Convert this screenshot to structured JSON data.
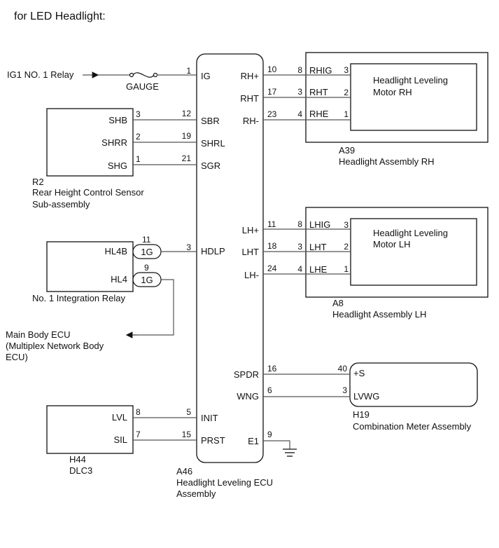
{
  "title": "for LED Headlight:",
  "ecu": {
    "code": "A46",
    "name_line1": "Headlight Leveling ECU",
    "name_line2": "Assembly",
    "left_terminals": [
      {
        "pin": "1",
        "name": "IG"
      },
      {
        "pin": "12",
        "name": "SBR"
      },
      {
        "pin": "19",
        "name": "SHRL"
      },
      {
        "pin": "21",
        "name": "SGR"
      },
      {
        "pin": "3",
        "name": "HDLP"
      },
      {
        "pin": "5",
        "name": "INIT"
      },
      {
        "pin": "15",
        "name": "PRST"
      }
    ],
    "right_terminals": [
      {
        "pin": "10",
        "name": "RH+"
      },
      {
        "pin": "17",
        "name": "RHT"
      },
      {
        "pin": "23",
        "name": "RH-"
      },
      {
        "pin": "11",
        "name": "LH+"
      },
      {
        "pin": "18",
        "name": "LHT"
      },
      {
        "pin": "24",
        "name": "LH-"
      },
      {
        "pin": "16",
        "name": "SPDR"
      },
      {
        "pin": "6",
        "name": "WNG"
      },
      {
        "pin": "9",
        "name": "E1"
      }
    ]
  },
  "ig_relay": {
    "label": "IG1 NO. 1 Relay",
    "fuse": "GAUGE"
  },
  "rh_assembly": {
    "code": "A39",
    "name": "Headlight Assembly RH",
    "motor_line1": "Headlight Leveling",
    "motor_line2": "Motor RH",
    "terminals": [
      {
        "outer": "8",
        "name": "RHIG",
        "inner": "3"
      },
      {
        "outer": "3",
        "name": "RHT",
        "inner": "2"
      },
      {
        "outer": "4",
        "name": "RHE",
        "inner": "1"
      }
    ]
  },
  "lh_assembly": {
    "code": "A8",
    "name": "Headlight Assembly LH",
    "motor_line1": "Headlight Leveling",
    "motor_line2": "Motor LH",
    "terminals": [
      {
        "outer": "8",
        "name": "LHIG",
        "inner": "3"
      },
      {
        "outer": "3",
        "name": "LHT",
        "inner": "2"
      },
      {
        "outer": "4",
        "name": "LHE",
        "inner": "1"
      }
    ]
  },
  "sensor": {
    "code": "R2",
    "name_line1": "Rear Height Control Sensor",
    "name_line2": "Sub-assembly",
    "terminals": [
      {
        "pin": "3",
        "name": "SHB"
      },
      {
        "pin": "2",
        "name": "SHRR"
      },
      {
        "pin": "1",
        "name": "SHG"
      }
    ]
  },
  "relay": {
    "name": "No. 1 Integration Relay",
    "terminals": [
      {
        "pin": "11",
        "name": "HL4B",
        "connector": "1G"
      },
      {
        "pin": "9",
        "name": "HL4",
        "connector": "1G"
      }
    ]
  },
  "main_body_ecu": {
    "line1": "Main Body ECU",
    "line2": "(Multiplex Network Body",
    "line3": "ECU)"
  },
  "meter": {
    "code": "H19",
    "name": "Combination Meter Assembly",
    "terminals": [
      {
        "pin": "40",
        "name": "+S"
      },
      {
        "pin": "3",
        "name": "LVWG"
      }
    ]
  },
  "dlc": {
    "code": "H44",
    "name": "DLC3",
    "terminals": [
      {
        "pin": "8",
        "name": "LVL"
      },
      {
        "pin": "7",
        "name": "SIL"
      }
    ]
  }
}
